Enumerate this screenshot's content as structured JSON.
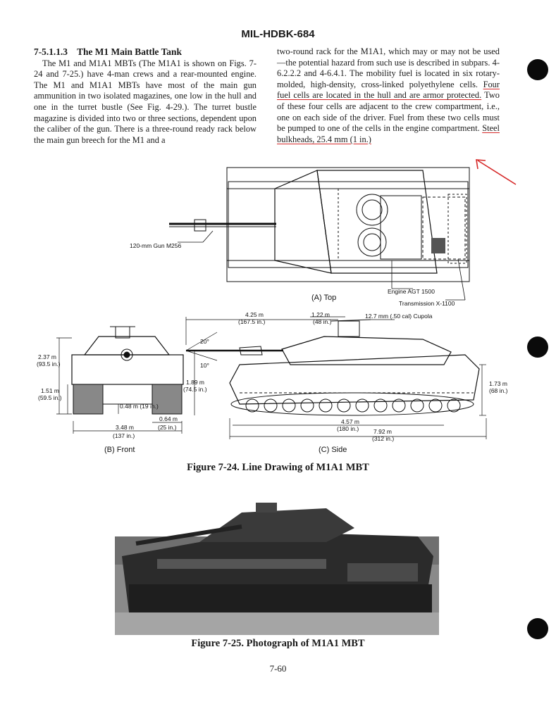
{
  "header": {
    "title": "MIL-HDBK-684"
  },
  "section": {
    "number": "7-5.1.1.3",
    "title": "The M1 Main Battle Tank"
  },
  "left_column": {
    "paragraph": "The M1 and M1A1 MBTs (The M1A1 is shown on Figs. 7-24 and 7-25.) have 4-man crews and a rear-mounted engine. The M1 and M1A1 MBTs have most of the main gun ammunition in two isolated magazines, one low in the hull and one in the turret bustle (See Fig. 4-29.). The turret bustle magazine is divided into two or three sections, dependent upon the caliber of the gun. There is a three-round ready rack below the main gun breech for the M1 and a"
  },
  "right_column": {
    "part1": "two-round rack for the M1A1, which may or may not be used—the potential hazard from such use is described in subpars. 4-6.2.2.2 and 4-6.4.1. The mobility fuel is located in six rotary-molded, high-density, cross-linked polyethylene cells.",
    "highlight1": "Four fuel cells are located in the hull and are armor protected.",
    "part2": "Two of these four cells are adjacent to the crew compartment, i.e., one on each side of the driver. Fuel from these two cells must be pumped to one of the cells in the engine compartment.",
    "highlight2": "Steel bulkheads, 25.4 mm (1 in.)"
  },
  "figure_24": {
    "caption": "Figure 7-24. Line Drawing of M1A1 MBT",
    "top_view": {
      "label": "(A) Top",
      "gun": "120-mm Gun M256",
      "engine": "Engine AGT 1500",
      "transmission": "Transmission X-1100"
    },
    "front_view": {
      "label": "(B) Front",
      "dims": {
        "height_total": "2.37 m",
        "height_total_in": "(93.5 in.)",
        "hull_height": "1.51 m",
        "hull_height_in": "(59.5 in.)",
        "ground_clearance": "0.48 m (19 in.)",
        "track_width": "0.64 m",
        "track_width_in": "(25 in.)",
        "width": "3.48 m",
        "width_in": "(137 in.)"
      }
    },
    "side_view": {
      "label": "(C) Side",
      "cupola": "12.7 mm (.50 cal) Cupola",
      "dims": {
        "gun_length": "4.25 m",
        "gun_length_in": "(167.5 in.)",
        "turret": "1.22 m",
        "turret_in": "(48 in.)",
        "elev": "20°",
        "depr": "10°",
        "gun_height": "1.89 m",
        "gun_height_in": "(74.5 in.)",
        "deck_height": "1.73 m",
        "deck_height_in": "(68 in.)",
        "track_length": "4.57 m",
        "track_length_in": "(180 in.)",
        "overall_length": "7.92 m",
        "overall_length_in": "(312 in.)"
      }
    }
  },
  "figure_25": {
    "caption": "Figure 7-25. Photograph of M1A1 MBT"
  },
  "page_number": "7-60",
  "colors": {
    "annotation": "#d62828",
    "ink": "#1a1a1a",
    "punch_hole": "#0a0a0a"
  }
}
